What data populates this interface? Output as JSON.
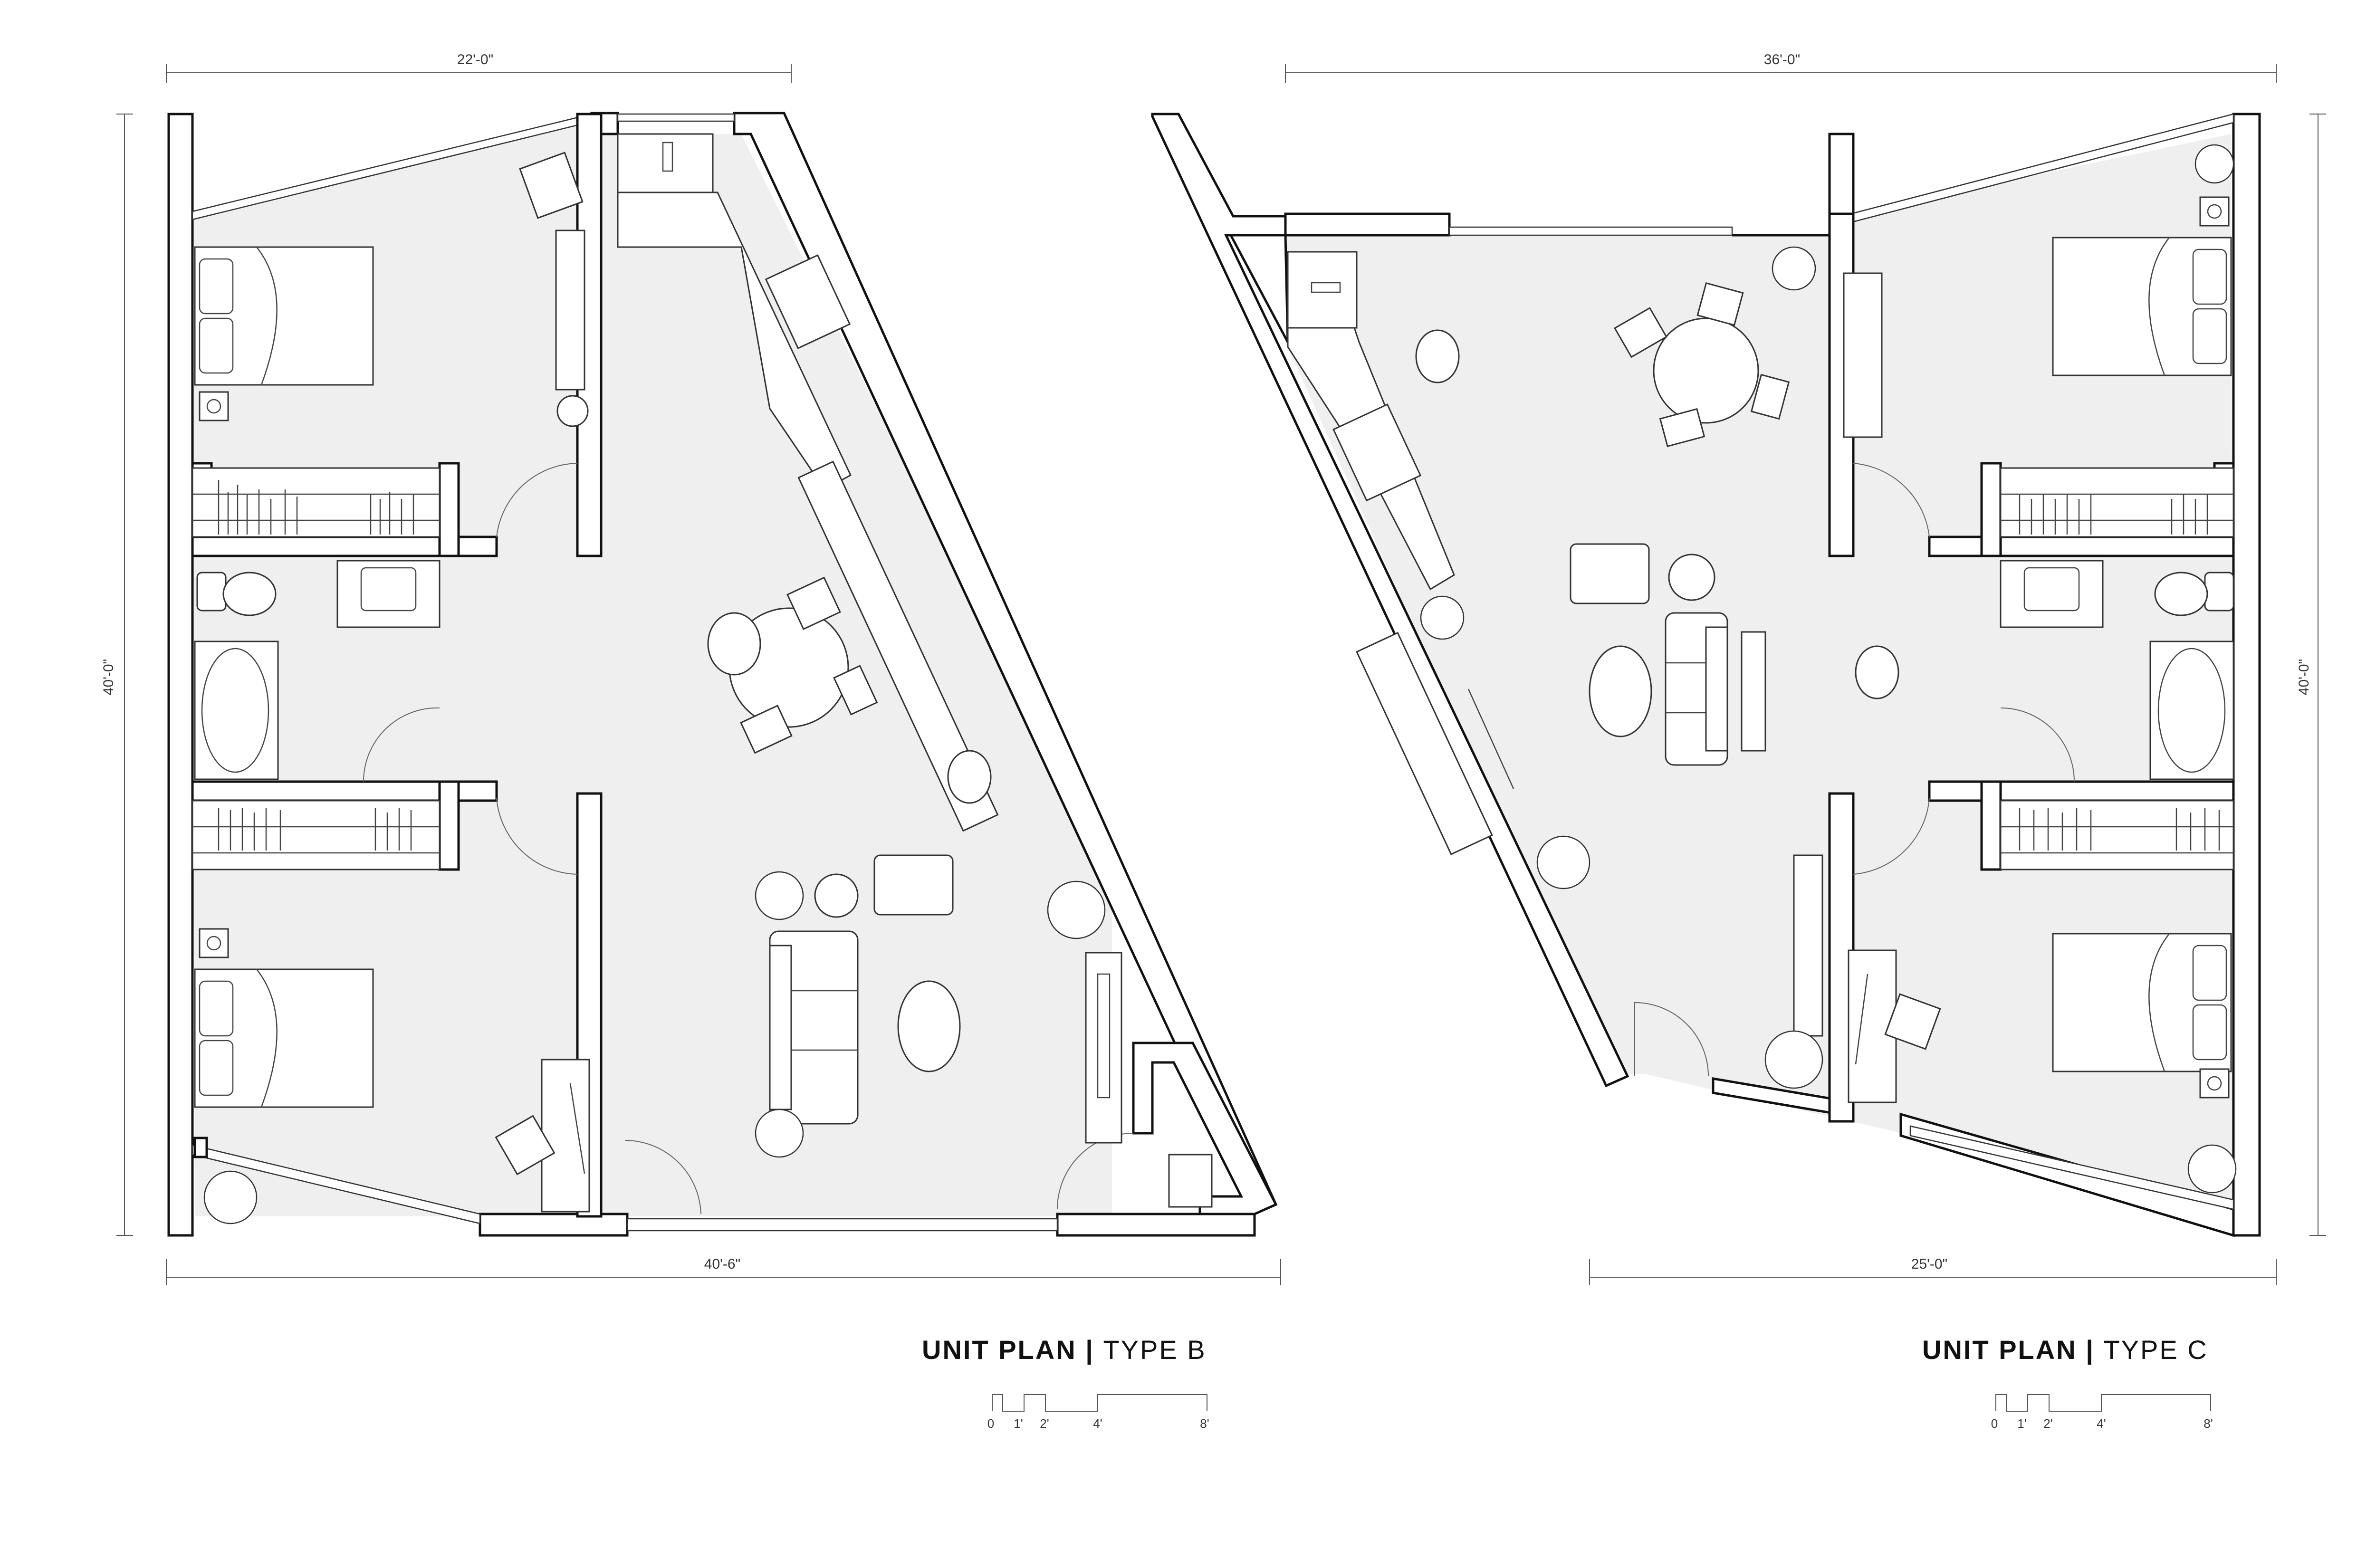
{
  "plans": [
    {
      "title_bold": "UNIT PLAN",
      "title_sep": " | ",
      "title_type": "TYPE B",
      "dim_top": "22'-0\"",
      "dim_left": "40'-0\"",
      "dim_bottom": "40'-6\""
    },
    {
      "title_bold": "UNIT PLAN",
      "title_sep": " | ",
      "title_type": "TYPE C",
      "dim_top": "36'-0\"",
      "dim_right": "40'-0\"",
      "dim_bottom": "25'-0\""
    }
  ],
  "scale_bar": {
    "ticks": [
      "0",
      "1'",
      "2'",
      "4'",
      "8'"
    ]
  },
  "colors": {
    "wall": "#111111",
    "floor": "#efefef",
    "furniture": "#ffffff"
  }
}
